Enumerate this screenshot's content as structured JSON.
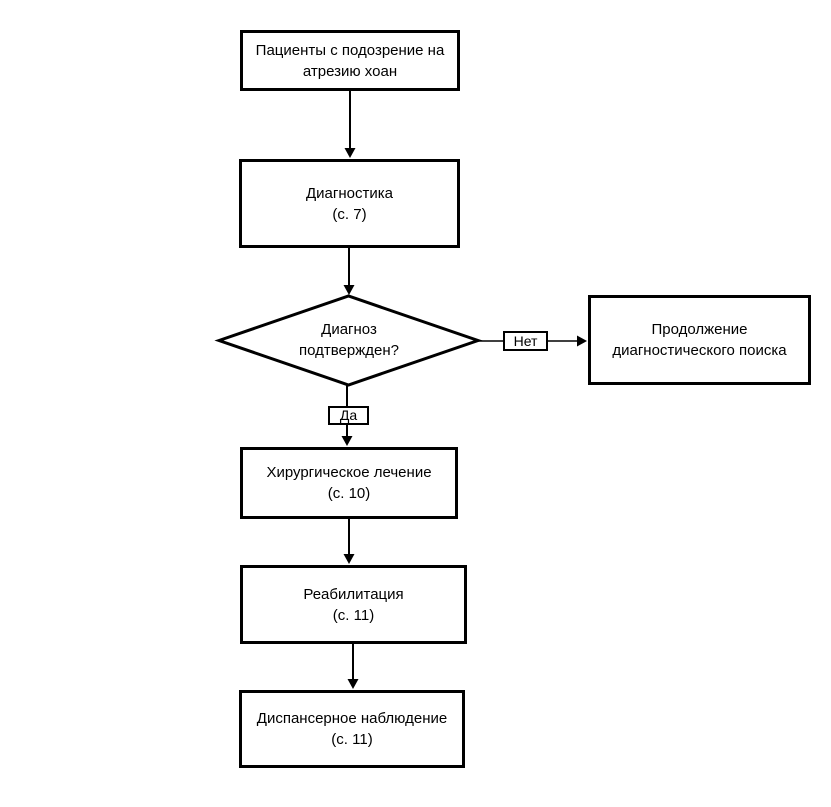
{
  "diagram": {
    "background": "#ffffff",
    "line_color": "#000000",
    "nodes": {
      "patients": {
        "lines": [
          "Пациенты с подозрение на",
          "атрезию хоан"
        ]
      },
      "diagnostics": {
        "lines": [
          "Диагностика",
          "(с. 7)"
        ]
      },
      "decision": {
        "lines": [
          "Диагноз",
          "подтвержден?"
        ]
      },
      "continue_search": {
        "lines": [
          "Продолжение",
          "диагностического поиска"
        ]
      },
      "surgery": {
        "lines": [
          "Хирургическое лечение",
          "(с. 10)"
        ]
      },
      "rehabilitation": {
        "lines": [
          "Реабилитация",
          "(с. 11)"
        ]
      },
      "followup": {
        "lines": [
          "Диспансерное наблюдение",
          "(с. 11)"
        ]
      }
    },
    "edge_labels": {
      "no": "Нет",
      "yes": "Да"
    }
  }
}
